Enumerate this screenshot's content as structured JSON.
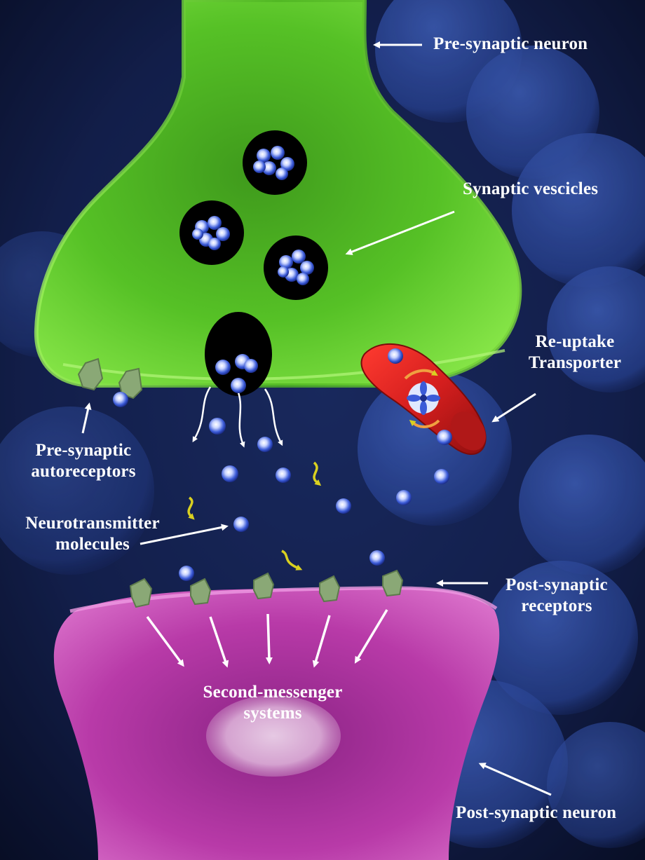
{
  "labels": {
    "pre_synaptic_neuron": "Pre-synaptic neuron",
    "synaptic_vesicles": "Synaptic vescicles",
    "reuptake_transporter": [
      "Re-uptake",
      "Transporter"
    ],
    "pre_synaptic_autoreceptors": [
      "Pre-synaptic",
      "autoreceptors"
    ],
    "neurotransmitter_molecules": [
      "Neurotransmitter",
      "molecules"
    ],
    "post_synaptic_receptors": [
      "Post-synaptic",
      "receptors"
    ],
    "second_messenger_systems": [
      "Second-messenger",
      "systems"
    ],
    "post_synaptic_neuron": "Post-synaptic neuron"
  },
  "colors": {
    "background": "#1d2f72",
    "pre_synaptic_neuron": "#5ccc2a",
    "post_synaptic_neuron": "#b83aa8",
    "vesicle": "#000000",
    "neurotransmitter": "#3b5bd8",
    "receptor": "#8aa876",
    "transporter": "#d41e1e",
    "label_text": "#ffffff"
  }
}
